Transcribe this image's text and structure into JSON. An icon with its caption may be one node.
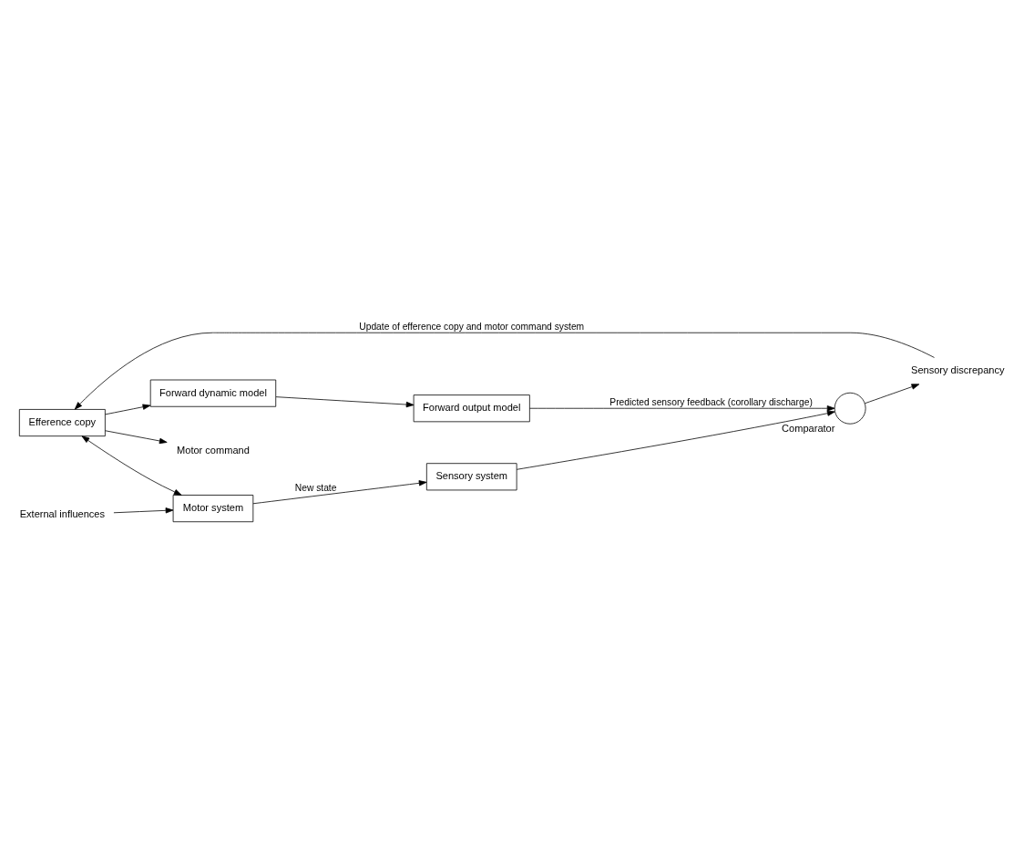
{
  "diagram": {
    "nodes": [
      {
        "text": [
          "Efference copy"
        ]
      },
      {
        "text": [
          "Forward dynamic model"
        ]
      },
      {
        "text": [
          "Forward output model"
        ]
      },
      {
        "text": [],
        "shape": "circle",
        "beside": [
          "Comparator"
        ]
      },
      {
        "text": [
          "Motor system"
        ]
      },
      {
        "text": [
          "Sensory system"
        ]
      },
      {
        "text": [
          "Motor command"
        ]
      },
      {
        "text": [
          "External influences"
        ]
      },
      {
        "text": [
          "Sensory discrepancy"
        ]
      }
    ],
    "edges": [
      {
        "from": 0,
        "to": 1,
        "arrow": "to"
      },
      {
        "from": 1,
        "to": 2,
        "arrow": "to"
      },
      {
        "from": 2,
        "to": 3,
        "arrow": "to",
        "label": "Predicted sensory feedback (corollary discharge)"
      },
      {
        "from": 3,
        "to": 8,
        "arrow": "to"
      },
      {
        "from": 8,
        "to": 0,
        "arrow": "to",
        "label": "Update of efference copy and motor command system"
      },
      {
        "from": 0,
        "to": 6,
        "arrow": "to"
      },
      {
        "from": 0,
        "to": 4,
        "arrow": "both"
      },
      {
        "from": 4,
        "to": 5,
        "arrow": "to",
        "label": "New state"
      },
      {
        "from": 5,
        "to": 3,
        "arrow": "to"
      },
      {
        "from": 7,
        "to": 4,
        "arrow": "to"
      }
    ]
  }
}
